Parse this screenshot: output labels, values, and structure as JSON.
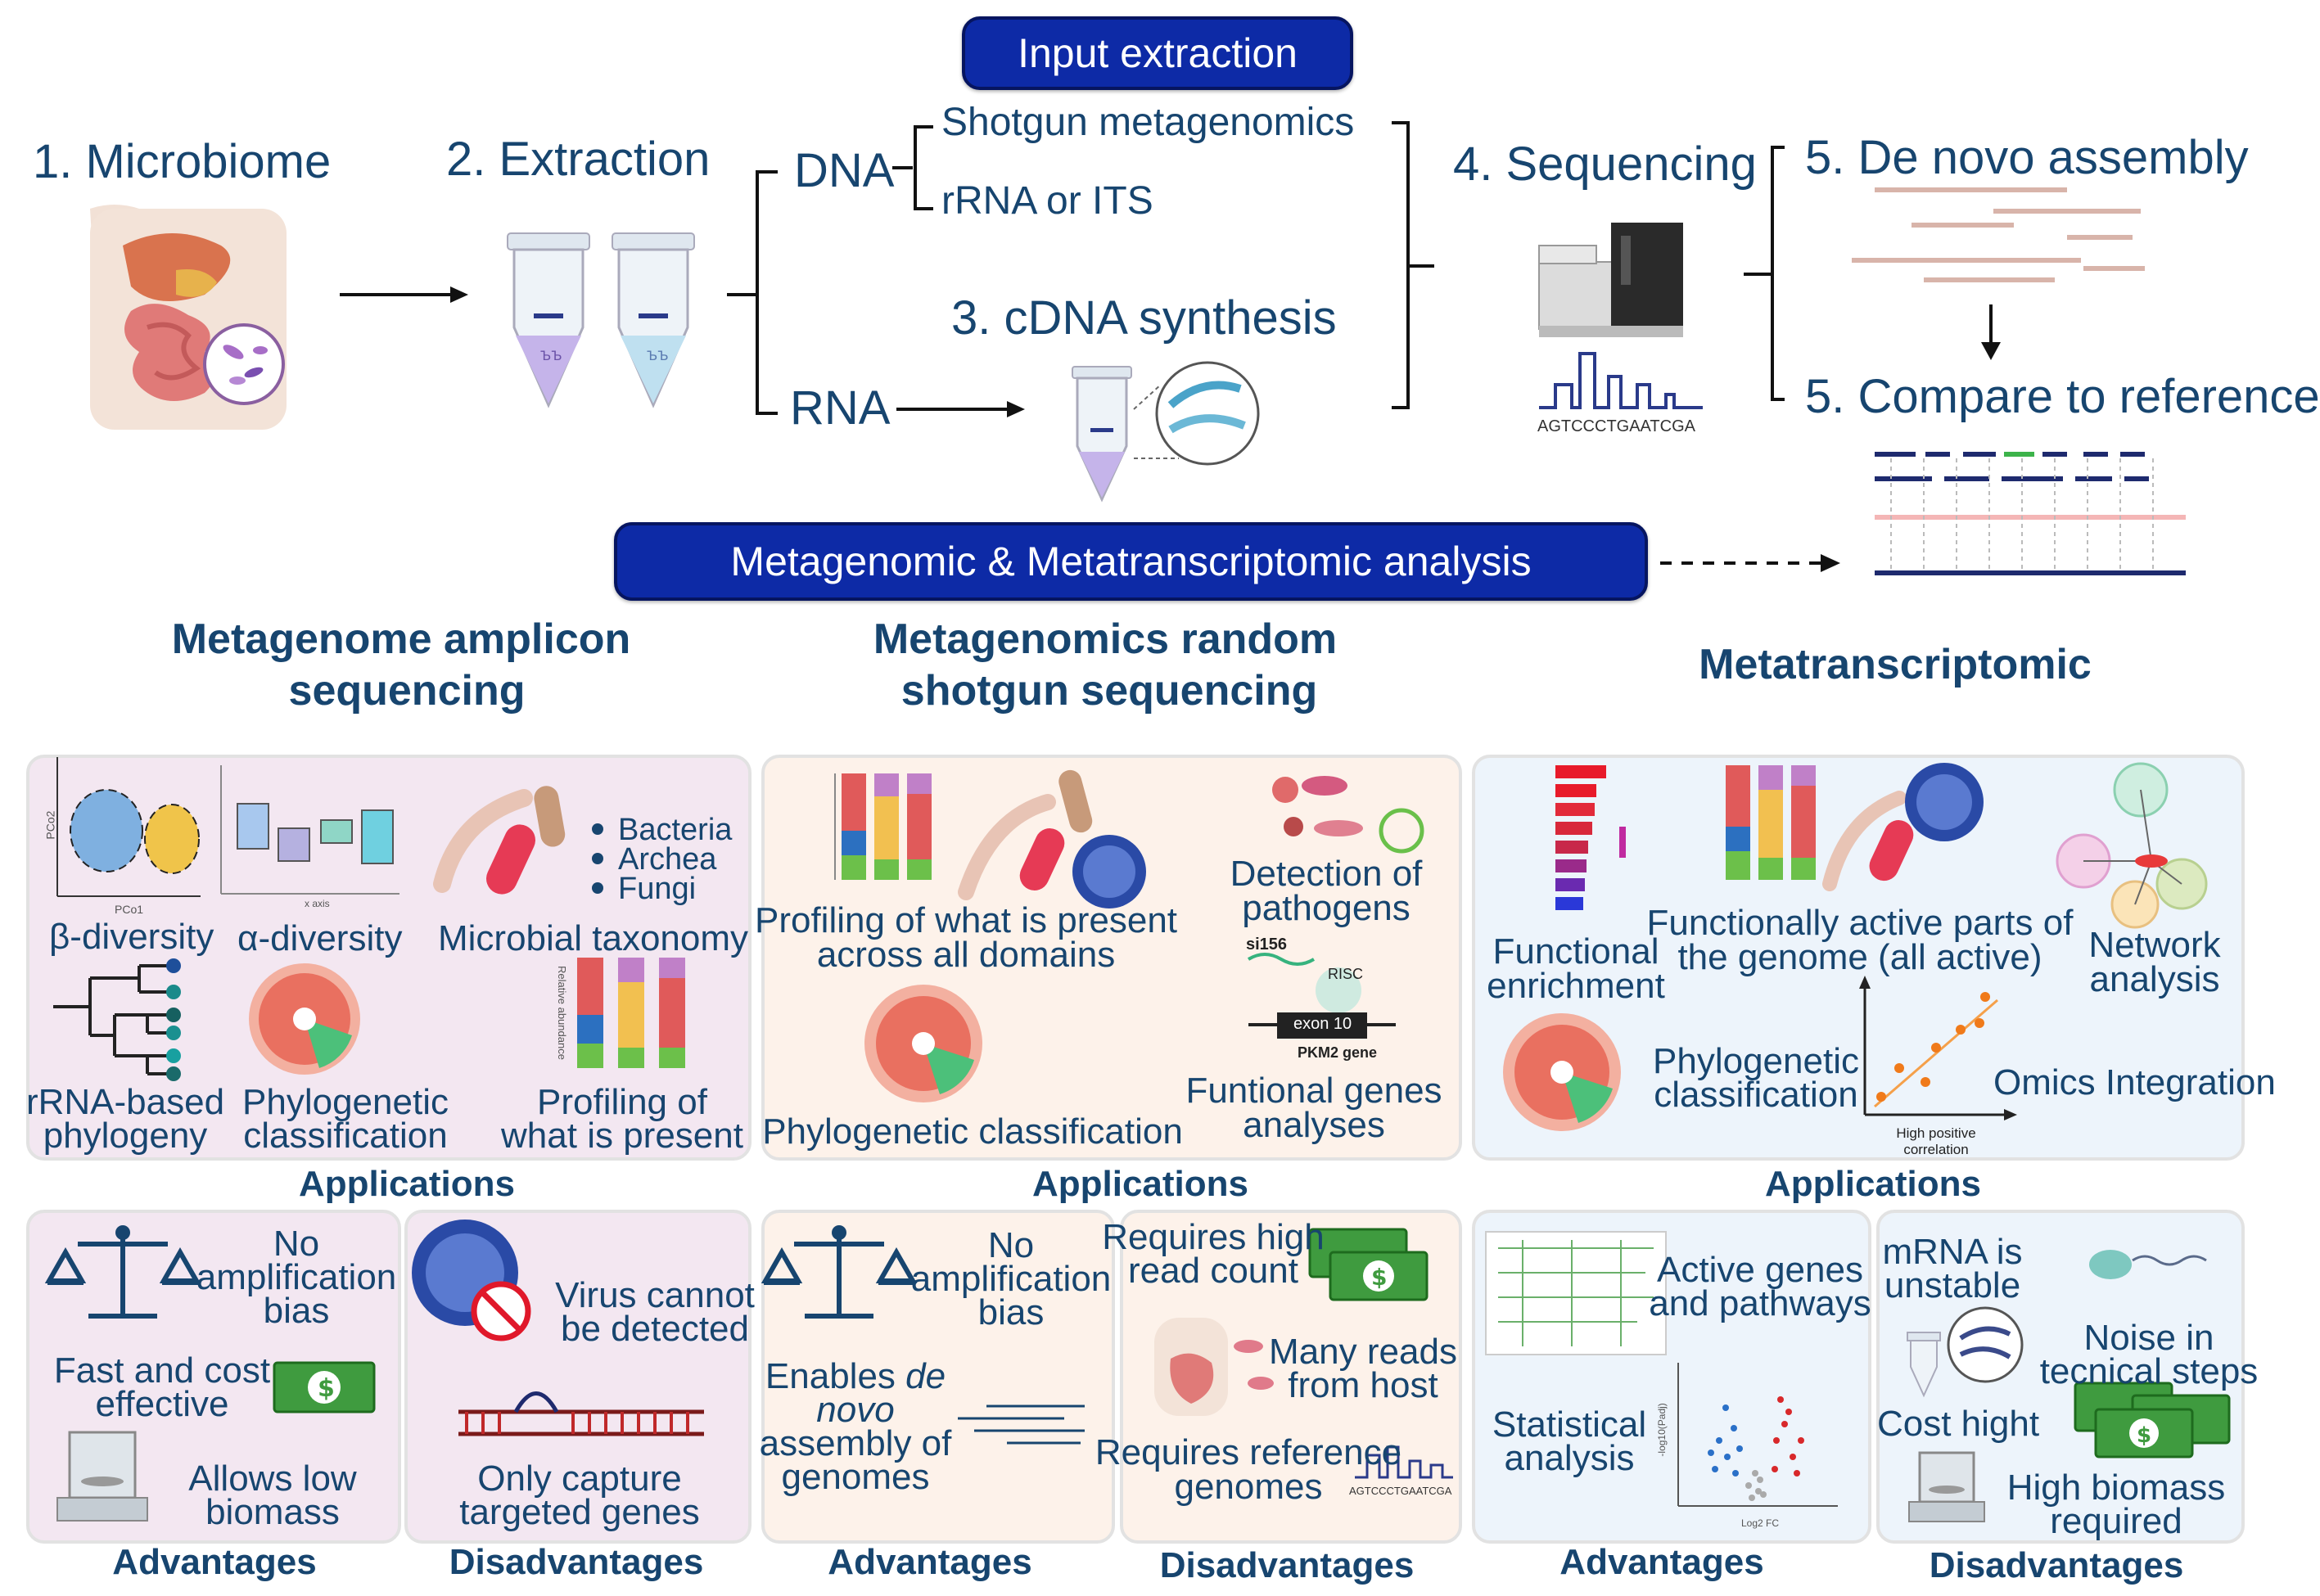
{
  "header": {
    "input_extraction": "Input extraction",
    "analysis": "Metagenomic & Metatranscriptomic analysis"
  },
  "workflow": {
    "microbiome": "1.  Microbiome",
    "extraction": "2. Extraction",
    "dna": "DNA",
    "rna": "RNA",
    "shotgun": "Shotgun metagenomics",
    "rrna_its": "rRNA or ITS",
    "cdna": "3. cDNA synthesis",
    "sequencing": "4. Sequencing",
    "sequence": "AGTCCCTGAATCGA",
    "denovo": "5. De novo assembly",
    "compare": "5. Compare to reference"
  },
  "columns": {
    "amplicon": {
      "title1": "Metagenome amplicon",
      "title2": "sequencing"
    },
    "shotgun": {
      "title1": "Metagenomics random",
      "title2": "shotgun sequencing"
    },
    "metatranscriptomic": {
      "title": "Metatranscriptomic"
    }
  },
  "amplicon_apps": {
    "beta": "β-diversity",
    "alpha": "α-diversity",
    "taxonomy": "Microbial taxonomy",
    "bacteria": "Bacteria",
    "archea": "Archea",
    "fungi": "Fungi",
    "rrna_phylogeny1": "rRNA-based",
    "rrna_phylogeny2": "phylogeny",
    "phylo1": "Phylogenetic",
    "phylo2": "classification",
    "profiling1": "Profiling of",
    "profiling2": "what is present",
    "pco2": "PCo2",
    "pco1": "PCo1",
    "rel_abundance": "Relative abundance",
    "x_axis": "x axis"
  },
  "shotgun_apps": {
    "profiling1": "Profiling of what is present",
    "profiling2": "across all domains",
    "pathogens1": "Detection of",
    "pathogens2": "pathogens",
    "phylo": "Phylogenetic classification",
    "funtional1": "Funtional genes",
    "funtional2": "analyses",
    "si156": "si156",
    "risc": "RISC",
    "exon": "exon 10",
    "pkm2": "PKM2 gene"
  },
  "meta_apps": {
    "func_enrich1": "Functional",
    "func_enrich2": "enrichment",
    "active1": "Functionally active parts of",
    "active2": "the genome (all active)",
    "network1": "Network",
    "network2": "analysis",
    "phylo1": "Phylogenetic",
    "phylo2": "classification",
    "omics": "Omics Integration",
    "corr1": "High positive",
    "corr2": "correlation"
  },
  "labels": {
    "applications": "Applications",
    "advantages": "Advantages",
    "disadvantages": "Disadvantages"
  },
  "amp_adv": {
    "no_amp1": "No",
    "no_amp2": "amplification",
    "no_amp3": "bias",
    "fast1": "Fast and cost",
    "fast2": "effective",
    "low1": "Allows low",
    "low2": "biomass"
  },
  "amp_dis": {
    "virus1": "Virus cannot",
    "virus2": "be detected",
    "capture1": "Only capture",
    "capture2": "targeted genes"
  },
  "sg_adv": {
    "no_amp1": "No",
    "no_amp2": "amplification",
    "no_amp3": "bias",
    "en1": "Enables ",
    "en1b": "de",
    "en2": "novo",
    "en3": "assembly of",
    "en4": "genomes"
  },
  "sg_dis": {
    "req1": "Requires high",
    "req2": "read count",
    "host1": "Many reads",
    "host2": "from host",
    "ref1": "Requires reference",
    "ref2": "genomes",
    "seq": "AGTCCCTGAATCGA"
  },
  "mt_adv": {
    "active1": "Active genes",
    "active2": "and pathways",
    "stat1": "Statistical",
    "stat2": "analysis",
    "log2fc": "Log2 FC",
    "logp": "-log10(Padj)"
  },
  "mt_dis": {
    "mrna1": "mRNA is",
    "mrna2": "unstable",
    "noise1": "Noise in",
    "noise2": "tecnical steps",
    "cost": "Cost hight",
    "bio1": "High biomass",
    "bio2": "required"
  },
  "colors": {
    "navy": "#17456f",
    "pill": "#0d2aa6",
    "purple_bg": "#f3e7f1",
    "peach_bg": "#fdf2ea",
    "blue_bg": "#edf4fb",
    "money": "#3f9b3f"
  }
}
